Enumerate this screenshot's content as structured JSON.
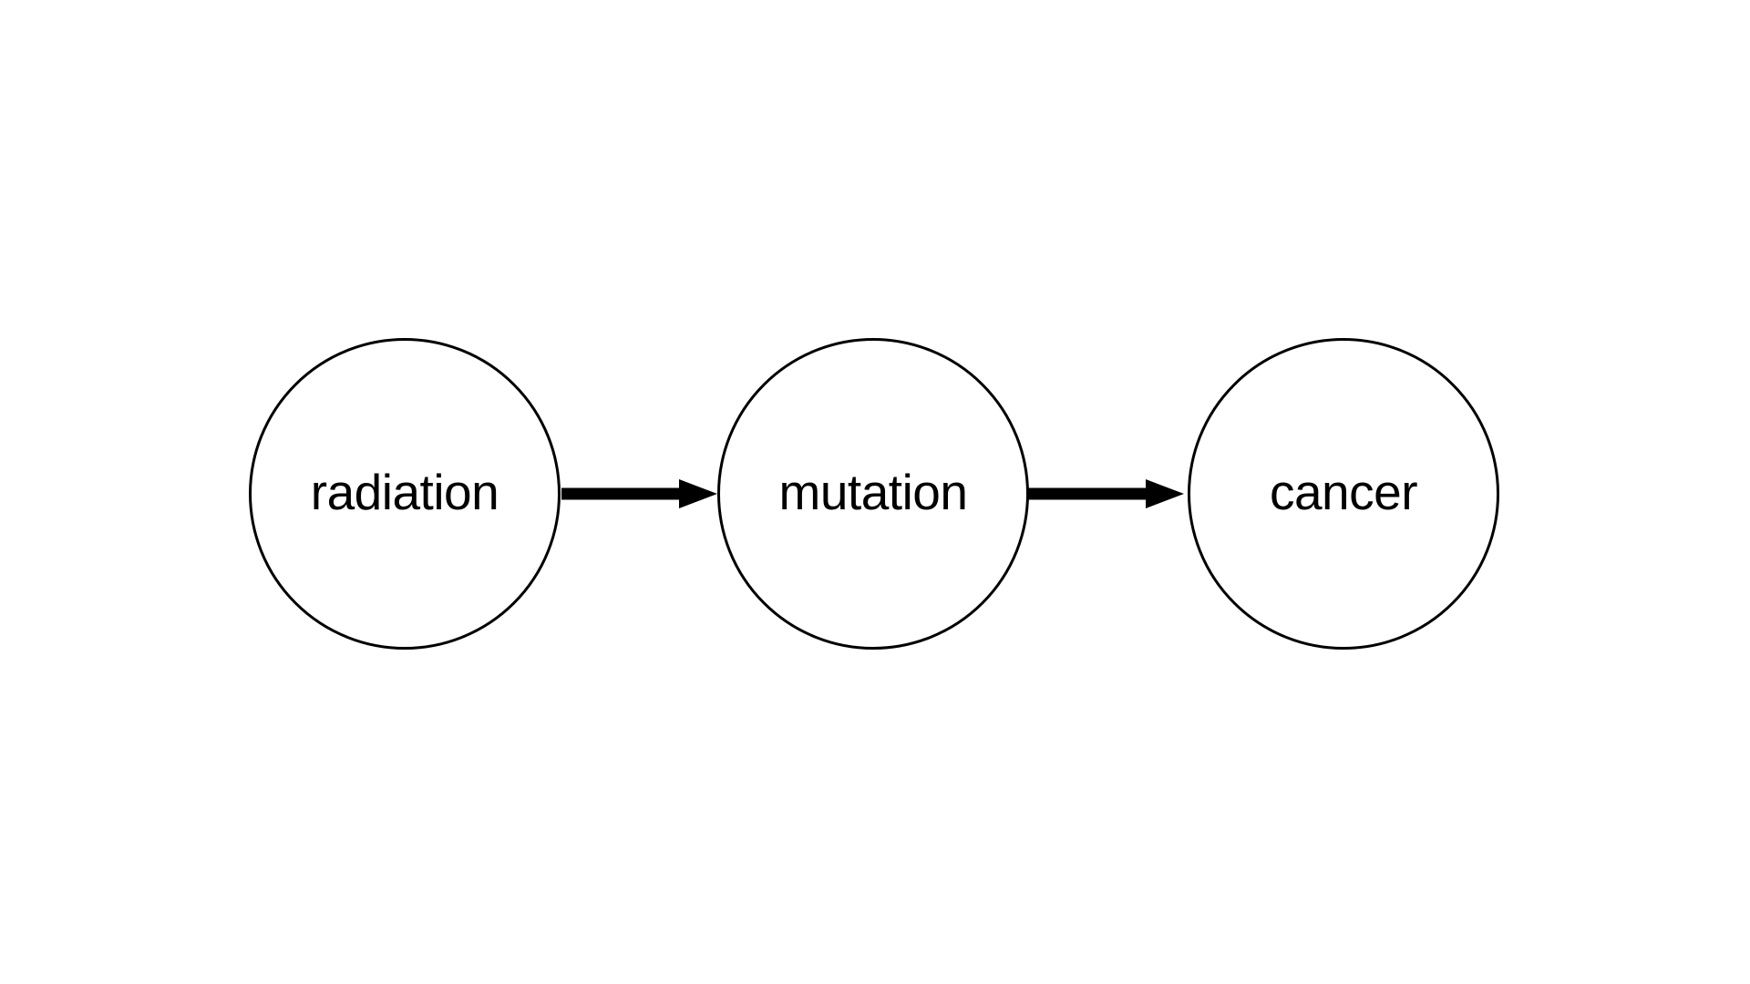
{
  "diagram": {
    "type": "causal-chain",
    "nodes": [
      {
        "id": "radiation",
        "label": "radiation"
      },
      {
        "id": "mutation",
        "label": "mutation"
      },
      {
        "id": "cancer",
        "label": "cancer"
      }
    ],
    "edges": [
      {
        "from": "radiation",
        "to": "mutation",
        "direction": "right"
      },
      {
        "from": "mutation",
        "to": "cancer",
        "direction": "right"
      }
    ],
    "colors": {
      "background": "#ffffff",
      "node_fill": "#ffffff",
      "node_stroke": "#000000",
      "label_text": "#000000",
      "arrow": "#000000"
    }
  }
}
